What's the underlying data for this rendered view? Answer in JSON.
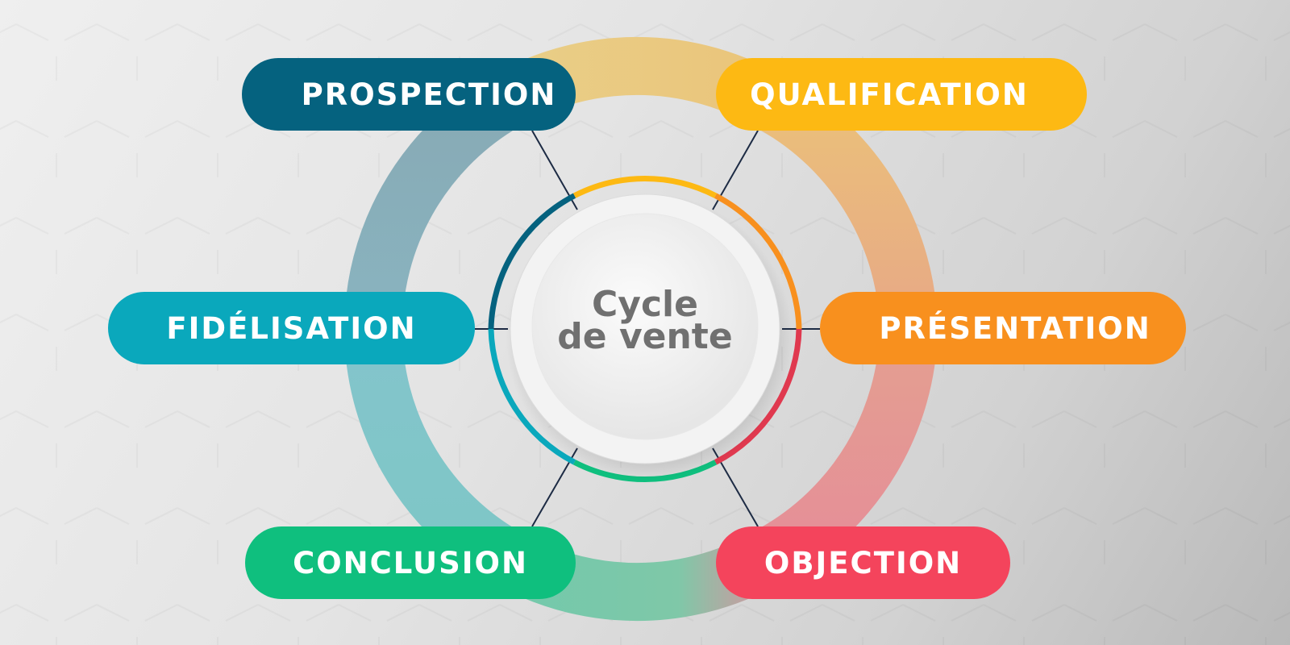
{
  "hub": {
    "line1": "Cycle",
    "line2": "de vente"
  },
  "stages": [
    {
      "label": "PROSPECTION",
      "color": "#05627f"
    },
    {
      "label": "QUALIFICATION",
      "color": "#fdb913"
    },
    {
      "label": "PRÉSENTATION",
      "color": "#f8901e"
    },
    {
      "label": "OBJECTION",
      "color": "#f4445c"
    },
    {
      "label": "CONCLUSION",
      "color": "#0fbf7e"
    },
    {
      "label": "FIDÉLISATION",
      "color": "#0aa8bc"
    }
  ]
}
